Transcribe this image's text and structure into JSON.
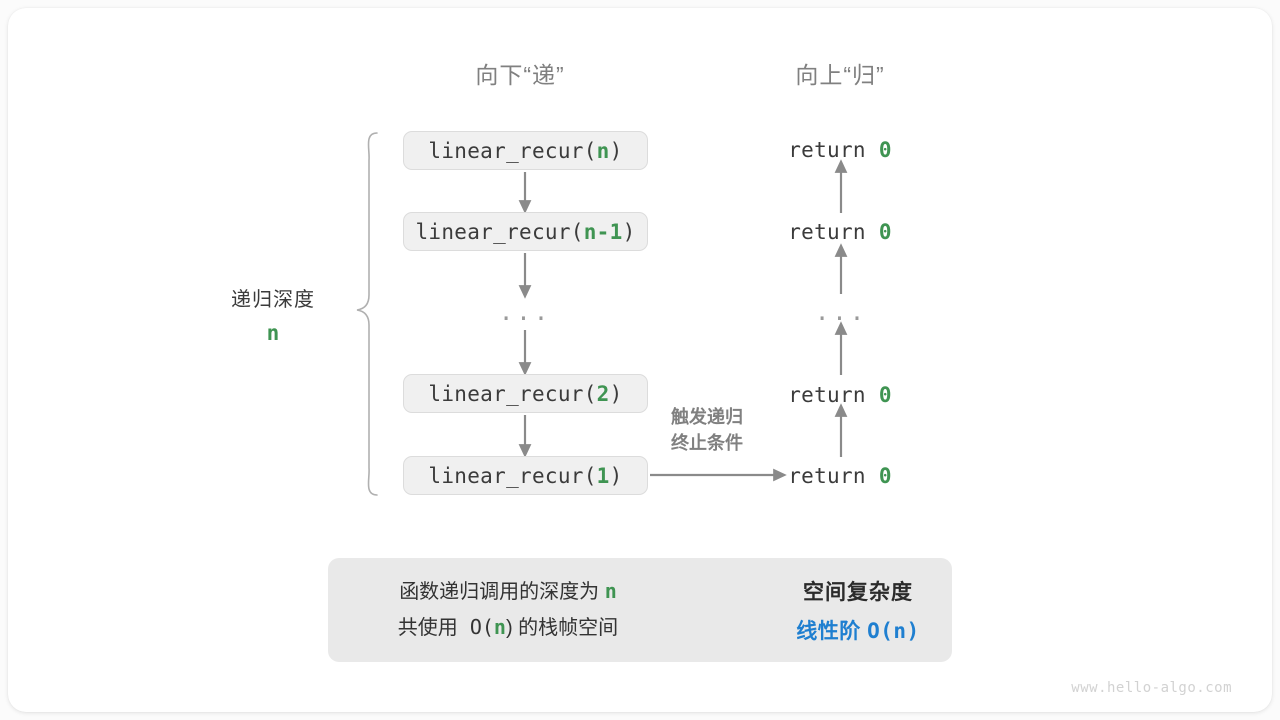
{
  "watermark": "www.hello-algo.com",
  "headers": {
    "down": "向下“递”",
    "up": "向上“归”"
  },
  "depth_bracket": {
    "label": "递归深度",
    "value": "n"
  },
  "termination_note": {
    "line1": "触发递归",
    "line2": "终止条件"
  },
  "call_stack": {
    "frames": [
      {
        "prefix": "linear_recur(",
        "arg": "n",
        "suffix": ")"
      },
      {
        "prefix": "linear_recur(",
        "arg": "n-1",
        "suffix": ")"
      },
      {
        "ellipsis": "..."
      },
      {
        "prefix": "linear_recur(",
        "arg": "2",
        "suffix": ")"
      },
      {
        "prefix": "linear_recur(",
        "arg": "1",
        "suffix": ")"
      }
    ]
  },
  "returns": {
    "items": [
      {
        "text": "return ",
        "value": "0"
      },
      {
        "text": "return ",
        "value": "0"
      },
      {
        "ellipsis": "..."
      },
      {
        "text": "return ",
        "value": "0"
      },
      {
        "text": "return ",
        "value": "0"
      }
    ]
  },
  "summary": {
    "left_line1_a": "函数递归调用的深度为 ",
    "left_line1_b": "n",
    "left_line2_a": "共使用 O(",
    "left_line2_b": "n",
    "left_line2_c": ") 的栈帧空间",
    "arrow_icon": "right-arrow-icon",
    "right_title": "空间复杂度",
    "right_value_a": "线性阶 ",
    "right_value_b": "O(n)"
  },
  "colors": {
    "accent_green": "#3f9452",
    "accent_blue": "#1f7fd0",
    "arrow_gray": "#8a8a8a",
    "box_fill": "#f0f0f0",
    "panel_fill": "#e9e9e9"
  }
}
